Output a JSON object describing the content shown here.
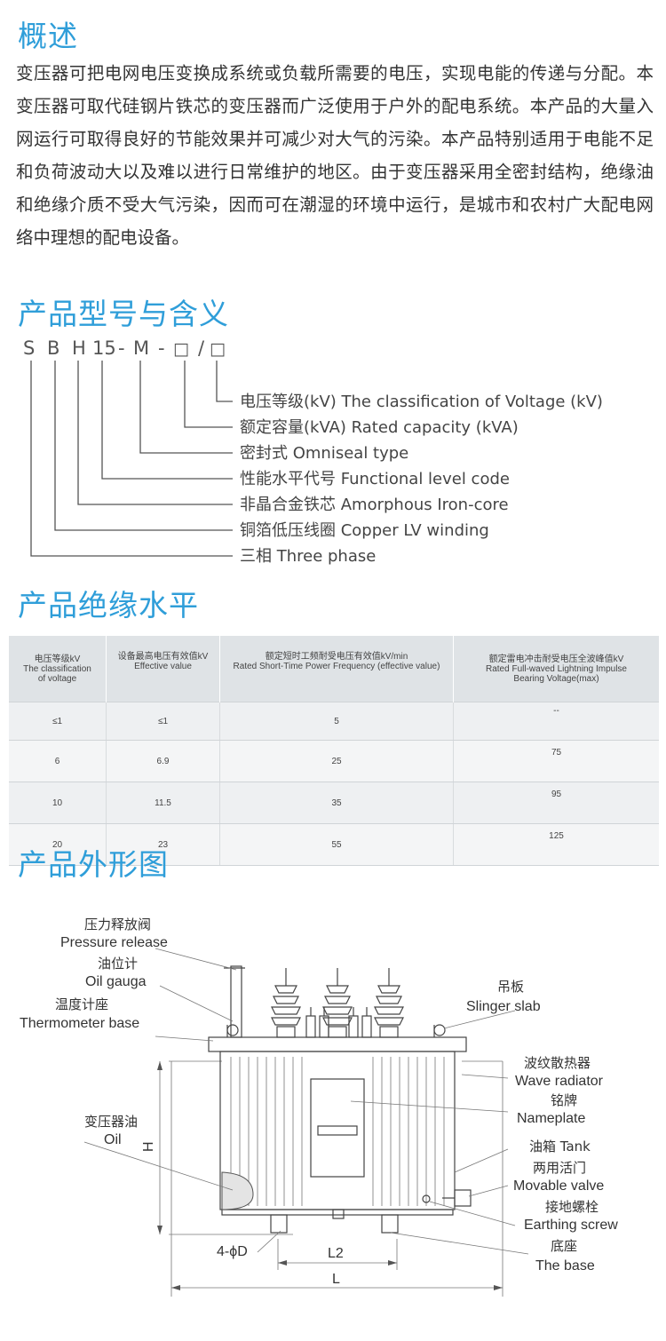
{
  "overview": {
    "title": "概述",
    "text": "变压器可把电网电压变换成系统或负载所需要的电压，实现电能的传递与分配。本变压器可取代硅钢片铁芯的变压器而广泛使用于户外的配电系统。本产品的大量入网运行可取得良好的节能效果并可减少对大气的污染。本产品特别适用于电能不足和负荷波动大以及难以进行日常维护的地区。由于变压器采用全密封结构，绝缘油和绝缘介质不受大气污染，因而可在潮湿的环境中运行，是城市和农村广大配电网络中理想的配电设备。"
  },
  "model": {
    "title": "产品型号与含义",
    "code_chars": [
      "S",
      "B",
      "H",
      "15",
      "-",
      "M",
      "-",
      "□",
      "/",
      "□"
    ],
    "definitions": [
      "电压等级(kV) The classification of Voltage (kV)",
      "额定容量(kVA) Rated capacity (kVA)",
      "密封式 Omniseal type",
      "性能水平代号 Functional level code",
      "非晶合金铁芯 Amorphous Iron-core",
      "铜箔低压线圈 Copper LV winding",
      "三相 Three phase"
    ]
  },
  "insulation": {
    "title": "产品绝缘水平",
    "headers": [
      [
        "电压等级kV",
        "The classification",
        "of voltage"
      ],
      [
        "设备最高电压有效值kV",
        "Effective value"
      ],
      [
        "额定短时工频耐受电压有效值kV/min",
        "Rated Short-Time Power Frequency (effective value)"
      ],
      [
        "额定雷电冲击耐受电压全波峰值kV",
        "Rated Full-waved Lightning Impulse",
        "Bearing Voltage(max)"
      ]
    ],
    "rows": [
      [
        "≤1",
        "≤1",
        "5",
        "--"
      ],
      [
        "6",
        "6.9",
        "25",
        "75"
      ],
      [
        "10",
        "11.5",
        "35",
        "95"
      ],
      [
        "20",
        "23",
        "55",
        "125"
      ]
    ]
  },
  "outline": {
    "title": "产品外形图",
    "labels": {
      "pressure_cn": "压力释放阀",
      "pressure_en": "Pressure release",
      "oil_gauge_cn": "油位计",
      "oil_gauge_en": "Oil gauga",
      "thermo_cn": "温度计座",
      "thermo_en": "Thermometer base",
      "slinger_cn": "吊板",
      "slinger_en": "Slinger slab",
      "wave_cn": "波纹散热器",
      "wave_en": "Wave radiator",
      "nameplate_cn": "铭牌",
      "nameplate_en": "Nameplate",
      "tank": "油箱 Tank",
      "valve_cn": "两用活门",
      "valve_en": "Movable valve",
      "earth_cn": "接地螺栓",
      "earth_en": "Earthing screw",
      "base_cn": "底座",
      "base_en": "The base",
      "oil_cn": "变压器油",
      "oil_en": "Oil",
      "dim_h": "H",
      "dim_hole": "4-ϕD",
      "dim_l2": "L2",
      "dim_l": "L"
    }
  }
}
